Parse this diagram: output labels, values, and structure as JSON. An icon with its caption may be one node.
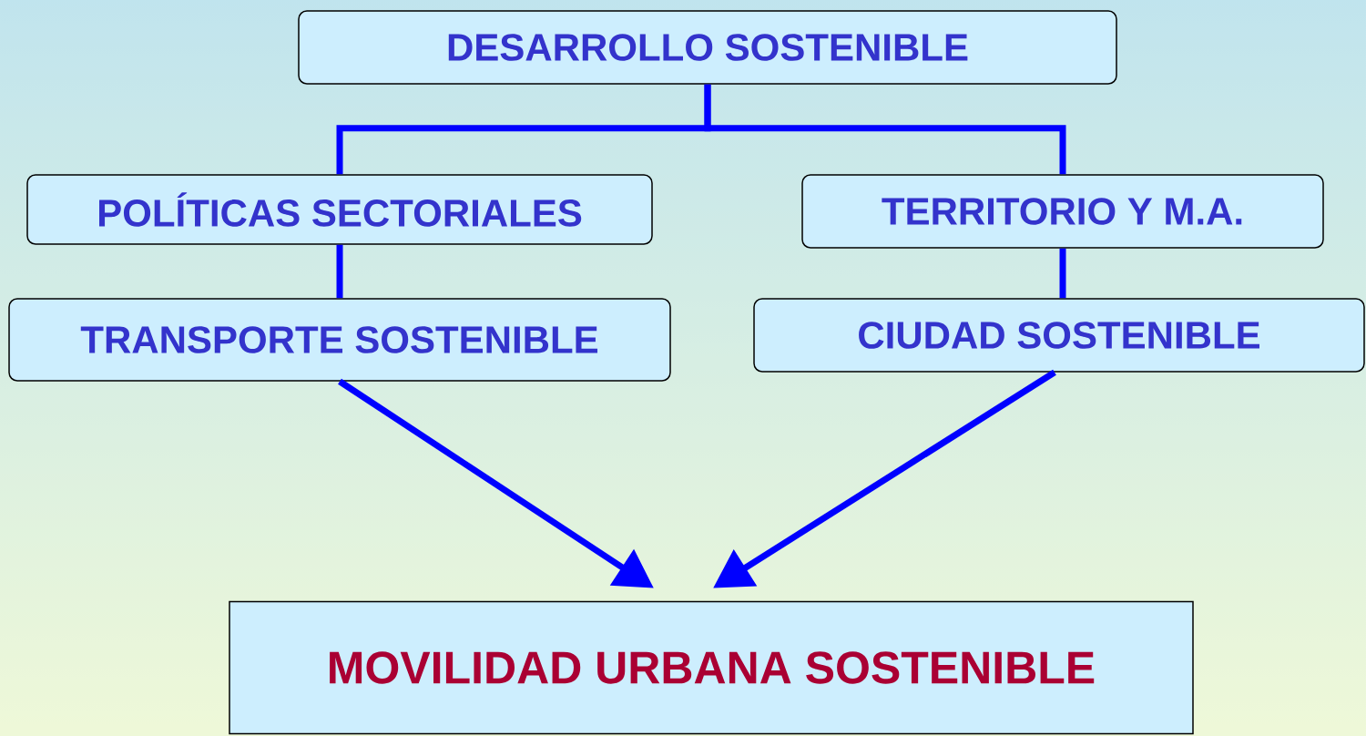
{
  "diagram": {
    "nodes": [
      {
        "text": [
          "DESARROLLO SOSTENIBLE"
        ]
      },
      {
        "text": [
          "POLÍTICAS SECTORIALES"
        ]
      },
      {
        "text": [
          "TERRITORIO Y M.A."
        ]
      },
      {
        "text": [
          "TRANSPORTE SOSTENIBLE"
        ]
      },
      {
        "text": [
          "CIUDAD SOSTENIBLE"
        ]
      },
      {
        "text": [
          "MOVILIDAD URBANA SOSTENIBLE"
        ]
      }
    ],
    "edges": [
      {
        "from": 0,
        "to": 1,
        "arrow": "none"
      },
      {
        "from": 0,
        "to": 2,
        "arrow": "none"
      },
      {
        "from": 1,
        "to": 3,
        "arrow": "none"
      },
      {
        "from": 2,
        "to": 4,
        "arrow": "none"
      },
      {
        "from": 3,
        "to": 5,
        "arrow": "to"
      },
      {
        "from": 4,
        "to": 5,
        "arrow": "to"
      }
    ]
  }
}
